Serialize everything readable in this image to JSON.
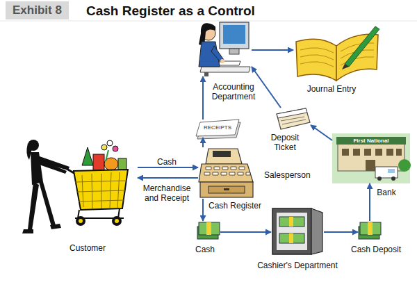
{
  "diagram": {
    "title": "Cash Register as a Control",
    "nodes": [
      {
        "text": [
          "Customer"
        ]
      },
      {
        "text": [
          "Cash Register"
        ]
      },
      {
        "text": [
          "RECEIPTS"
        ]
      },
      {
        "text": [
          "Accounting Department"
        ]
      },
      {
        "text": [
          "Journal Entry"
        ]
      },
      {
        "text": [
          "Deposit Ticket"
        ]
      },
      {
        "text": [
          "First National",
          "Bank"
        ]
      },
      {
        "text": [
          "Cash"
        ]
      },
      {
        "text": [
          "Cashier's Department"
        ]
      },
      {
        "text": [
          "Cash Deposit"
        ]
      }
    ],
    "edges": [
      {
        "from": 0,
        "to": 1,
        "arrow": "to",
        "label": "Cash"
      },
      {
        "from": 1,
        "to": 0,
        "arrow": "to",
        "label": "Merchandise and Receipt"
      },
      {
        "from": 1,
        "to": 2,
        "arrow": "to"
      },
      {
        "from": 2,
        "to": 3,
        "arrow": "to"
      },
      {
        "from": 3,
        "to": 4,
        "arrow": "to"
      },
      {
        "from": 1,
        "to": 7,
        "arrow": "to"
      },
      {
        "from": 7,
        "to": 8,
        "arrow": "to"
      },
      {
        "from": 8,
        "to": 9,
        "arrow": "to"
      },
      {
        "from": 9,
        "to": 6,
        "arrow": "to"
      },
      {
        "from": 6,
        "to": 5,
        "arrow": "to"
      },
      {
        "from": 5,
        "to": 3,
        "arrow": "to"
      }
    ],
    "labels": [
      "Exhibit 8",
      "Salesperson"
    ]
  }
}
